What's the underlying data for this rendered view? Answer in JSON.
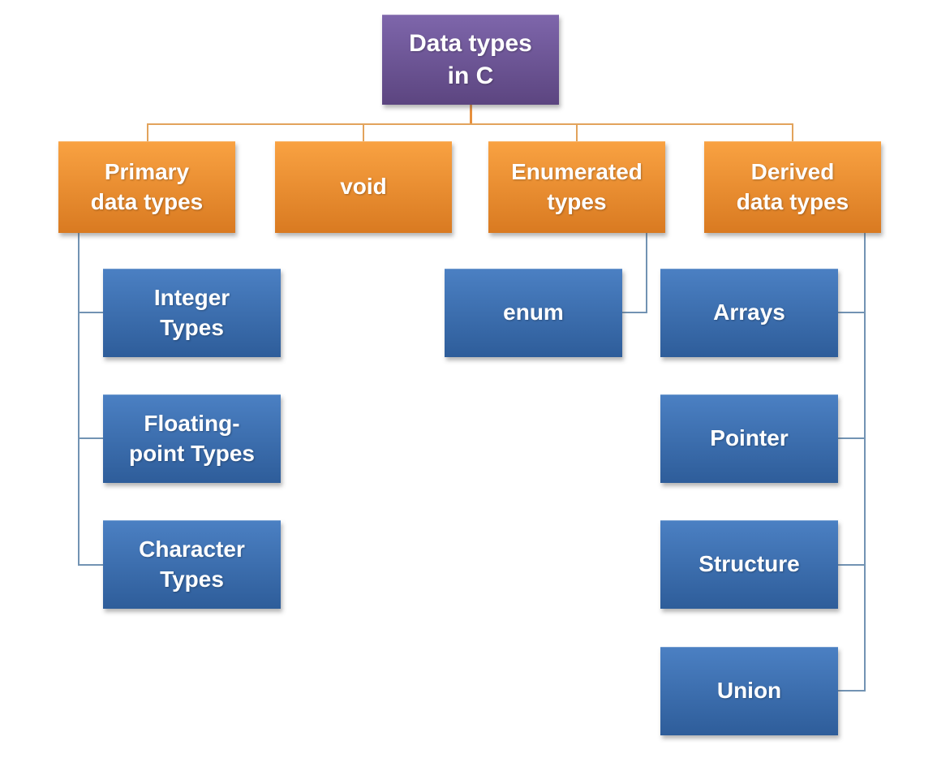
{
  "diagram": {
    "title": "Data types in C",
    "root": {
      "label": "Data types\nin C"
    },
    "branches": [
      {
        "label": "Primary\ndata types",
        "children": [
          "Integer\nTypes",
          "Floating-\npoint Types",
          "Character\nTypes"
        ]
      },
      {
        "label": "void",
        "children": []
      },
      {
        "label": "Enumerated\ntypes",
        "children": [
          "enum"
        ]
      },
      {
        "label": "Derived\ndata types",
        "children": [
          "Arrays",
          "Pointer",
          "Structure",
          "Union"
        ]
      }
    ],
    "colors": {
      "root_top": "#7E66AB",
      "root_bottom": "#5C4580",
      "branch_top": "#F9A242",
      "branch_bottom": "#D97A21",
      "leaf_top": "#4B80C3",
      "leaf_bottom": "#2E5D9A",
      "connector_orange": "#E2A35C",
      "connector_orange_stem": "#E78F3D",
      "connector_blue": "#7293B3",
      "text_color": "#FFFFFF"
    }
  }
}
